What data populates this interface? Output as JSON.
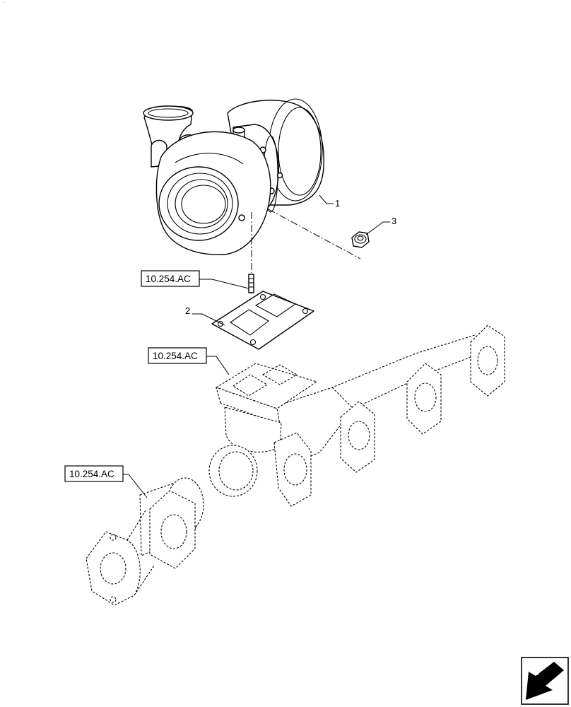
{
  "corner_mark": "`",
  "callouts": {
    "item_1": "1",
    "item_2": "2",
    "item_3": "3"
  },
  "references": {
    "ref_stud": "10.254.AC",
    "ref_manifold": "10.254.AC",
    "ref_elbow": "10.254.AC"
  },
  "icons": {
    "nav_arrow": "navigation-arrow-icon"
  }
}
